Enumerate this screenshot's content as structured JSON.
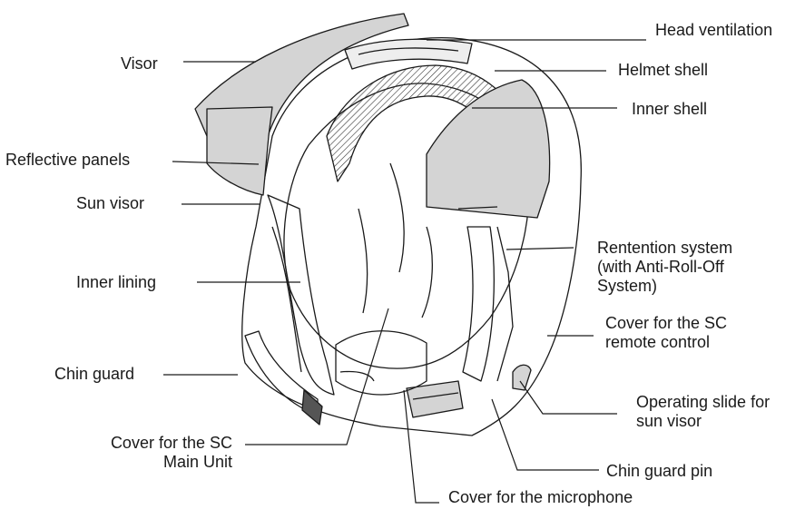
{
  "labels": {
    "head_ventilation": "Head ventilation",
    "helmet_shell": "Helmet shell",
    "inner_shell": "Inner shell",
    "visor": "Visor",
    "reflective_panels": "Reflective panels",
    "sun_visor": "Sun visor",
    "inner_lining": "Inner lining",
    "chin_guard": "Chin guard",
    "retention_system": [
      "Rentention system",
      "(with Anti-Roll-Off",
      "System)"
    ],
    "cover_sc_remote": [
      "Cover for the SC",
      "remote control"
    ],
    "operating_slide": [
      "Operating slide for",
      "sun visor"
    ],
    "chin_guard_pin": "Chin guard pin",
    "cover_sc_main": [
      "Cover for the SC",
      "Main Unit"
    ],
    "cover_microphone": "Cover for the microphone"
  },
  "colors": {
    "line": "#1a1a1a",
    "panel_fill": "#d4d4d4",
    "background": "#ffffff"
  }
}
